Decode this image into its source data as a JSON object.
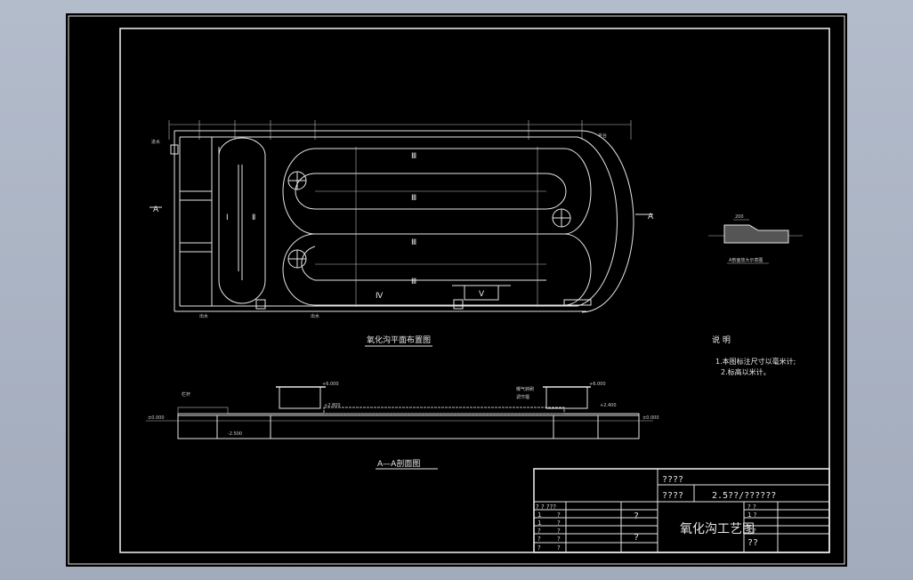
{
  "plan": {
    "title": "氧化沟平面布置图",
    "section_mark": "A",
    "zones": [
      "Ⅲ",
      "Ⅲ",
      "Ⅲ",
      "Ⅲ",
      "Ⅳ",
      "Ⅴ",
      "Ⅰ",
      "Ⅱ"
    ],
    "labels": [
      "进水",
      "出水",
      "平台",
      "出水"
    ]
  },
  "section": {
    "title": "A—A剖面图",
    "railing": "栏杆",
    "levels": [
      "±0.000",
      "+6.000",
      "+6.000",
      "+2.800",
      "+2.400",
      "-2.500",
      "±0.000"
    ],
    "notes": [
      "曝气转刷",
      "调节堰"
    ]
  },
  "detail": {
    "caption": "A剖面放大示意图",
    "dim": "200"
  },
  "notes": {
    "heading": "说 明",
    "items": [
      "1.本图标注尺寸以毫米计;",
      "2.标高以米计。"
    ]
  },
  "title_block": {
    "r1_label": "????",
    "r2_label": "????",
    "r2_value": "2.5??/??????",
    "drawing_name": "氧化沟工艺图",
    "left_rows": [
      [
        "? ? ???",
        ""
      ],
      [
        "1",
        "?"
      ],
      [
        "1",
        "?"
      ],
      [
        "?",
        "?"
      ],
      [
        "?",
        "?"
      ],
      [
        "?",
        "?"
      ]
    ],
    "mid_marks": [
      "?",
      "?"
    ],
    "right_rows": [
      "? ?",
      "1 ?",
      "? ?",
      "??"
    ]
  }
}
